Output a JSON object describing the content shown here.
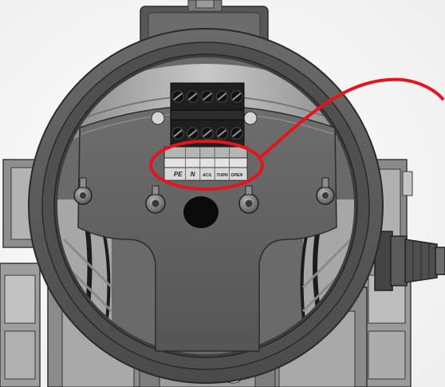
{
  "terminal_block": {
    "labels": [
      "PE",
      "N",
      "AC/L",
      "TURN",
      "OPEN"
    ]
  },
  "annotation": {
    "color": "#e8141c"
  },
  "colors": {
    "housing": "#5b5b5b",
    "housing_dark": "#3a3a3a",
    "housing_light": "#a8a8a8",
    "terminal_black": "#1f1f1f",
    "background": "#ffffff"
  }
}
